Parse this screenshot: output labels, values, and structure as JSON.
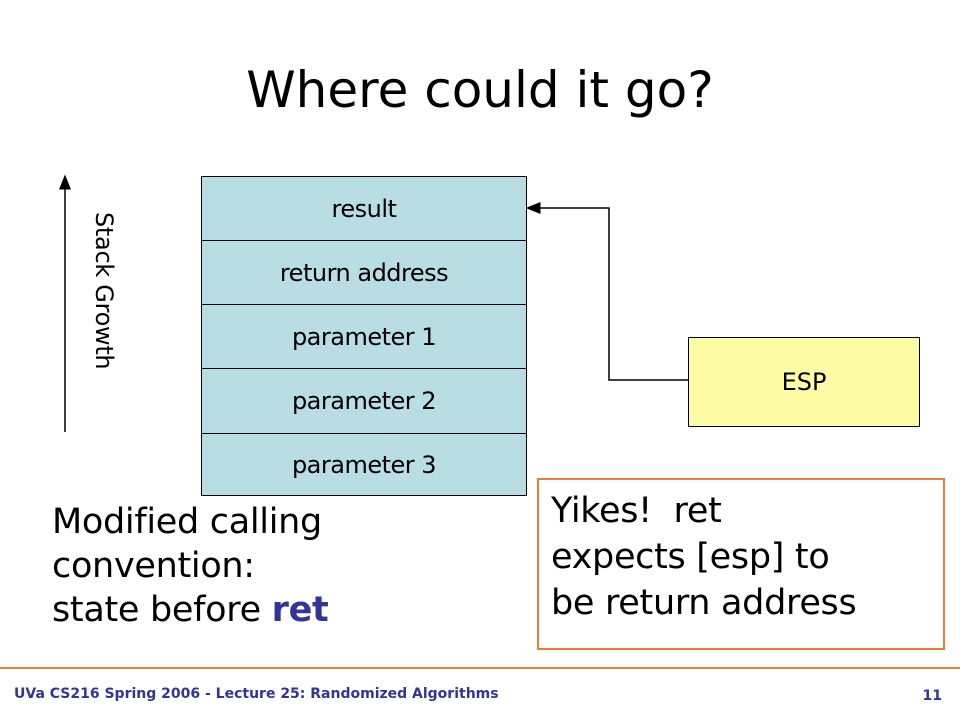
{
  "slide": {
    "title": "Where could it go?"
  },
  "stack": {
    "cells": [
      "result",
      "return address",
      "parameter 1",
      "parameter 2",
      "parameter 3"
    ],
    "growth_label": "Stack Growth"
  },
  "esp": {
    "label": "ESP"
  },
  "caption": {
    "line1": "Modified calling",
    "line2": "convention:",
    "line3_prefix": "state before ",
    "line3_keyword": "ret"
  },
  "callout": {
    "line1": "Yikes!  ret",
    "line2": "expects [esp] to",
    "line3": "be return address"
  },
  "footer": {
    "course": "UVa CS216 Spring 2006 - Lecture 25: Randomized Algorithms",
    "page_number": "11"
  },
  "colors": {
    "stack_fill": "#b8dde3",
    "esp_fill": "#fffca6",
    "accent_orange": "#ed7d31",
    "footer_text": "#333399",
    "keyword": "#333399"
  }
}
